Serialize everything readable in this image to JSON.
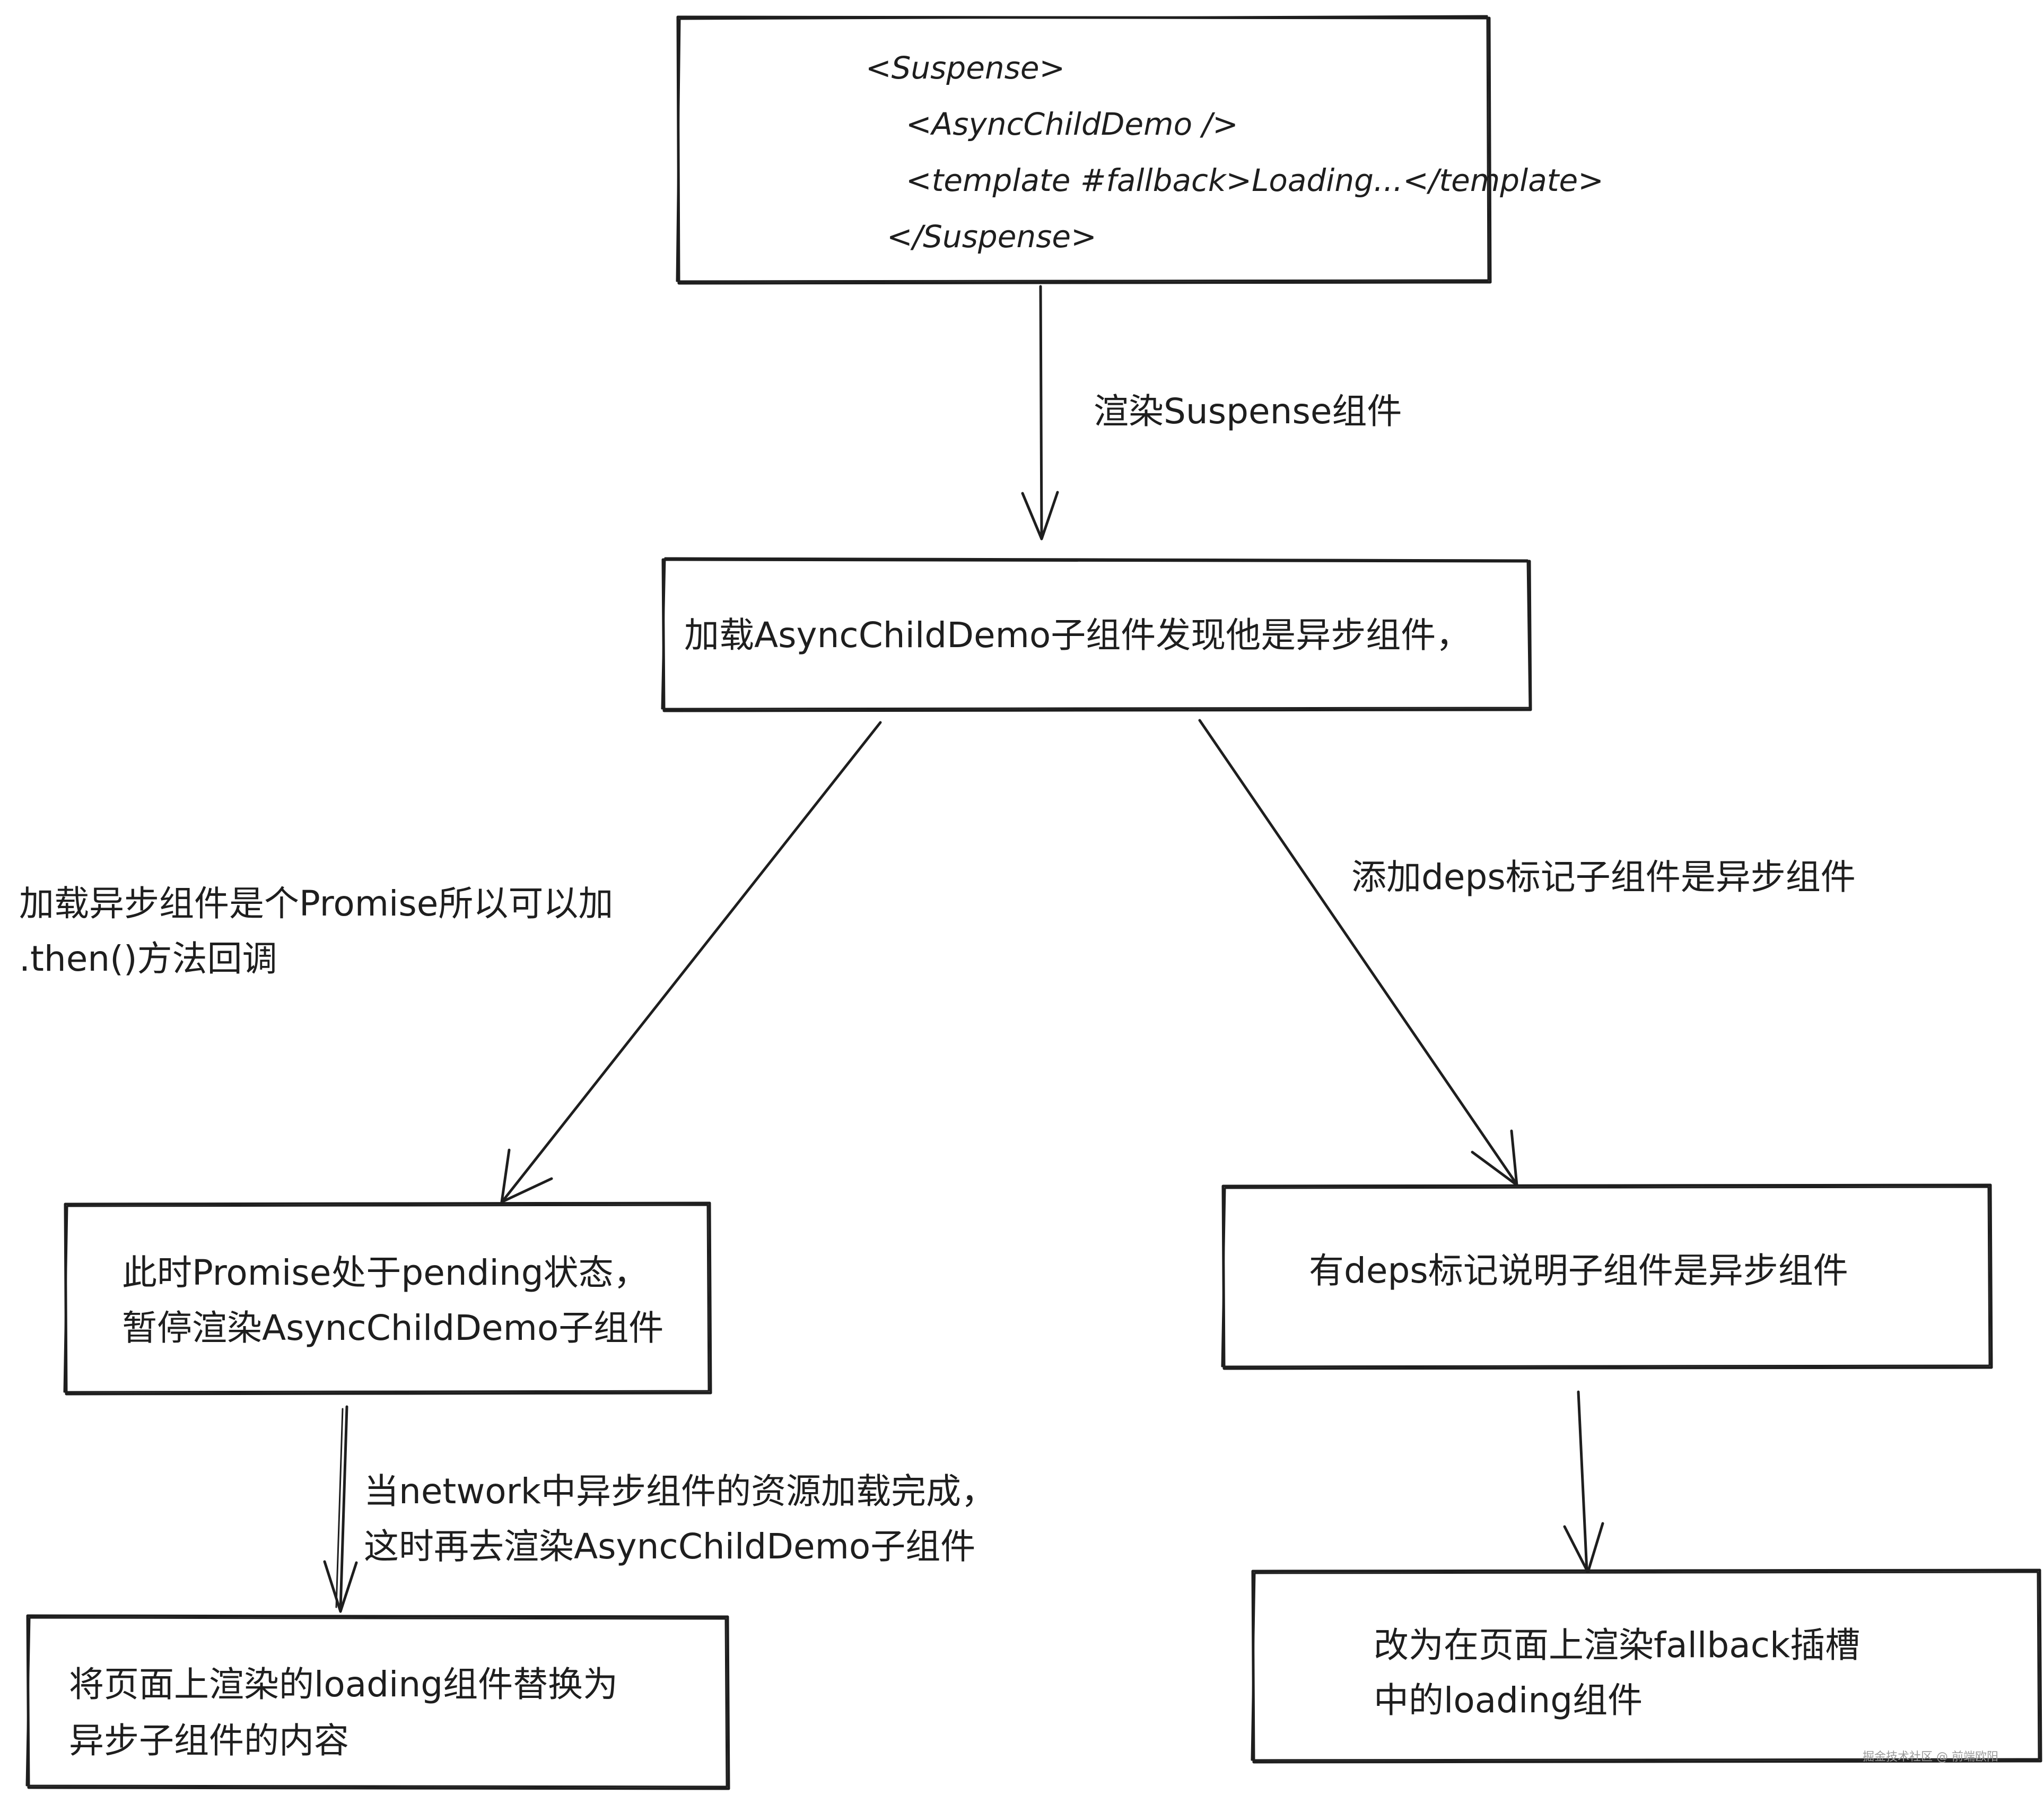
{
  "nodes": {
    "code_block": {
      "lines": [
        "<Suspense>",
        "<AsyncChildDemo />",
        "<template #fallback>Loading...</template>",
        "</Suspense>"
      ]
    },
    "load_async": {
      "line1": "加载AsyncChildDemo子组件发现他是异步组件，"
    },
    "pending": {
      "line1": "此时Promise处于pending状态，",
      "line2": "暂停渲染AsyncChildDemo子组件"
    },
    "deps_mark": {
      "line1": "有deps标记说明子组件是异步组件"
    },
    "replace": {
      "line1": "将页面上渲染的loading组件替换为",
      "line2": "异步子组件的内容"
    },
    "fallback": {
      "line1": "改为在页面上渲染fallback插槽",
      "line2": "中的loading组件"
    }
  },
  "edges": {
    "render_suspense": {
      "label": "渲染Suspense组件"
    },
    "promise_then": {
      "line1": "加载异步组件是个Promise所以可以加",
      "line2": ".then()方法回调"
    },
    "add_deps": {
      "label": "添加deps标记子组件是异步组件"
    },
    "network_done": {
      "line1": "当network中异步组件的资源加载完成，",
      "line2": "这时再去渲染AsyncChildDemo子组件"
    }
  },
  "watermark": "掘金技术社区 @ 前端欧阳"
}
